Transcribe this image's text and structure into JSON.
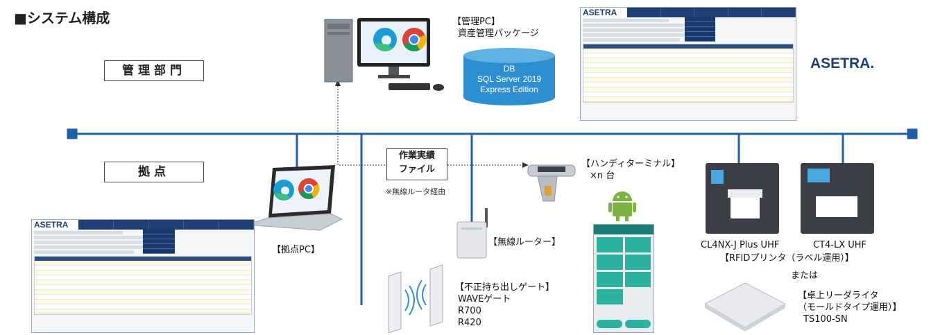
{
  "title": "■システム構成",
  "sections": {
    "management": "管理部門",
    "site": "拠点"
  },
  "management_pc": {
    "label_line1": "【管理PC】",
    "label_line2": "資産管理パッケージ"
  },
  "db": {
    "line1": "DB",
    "line2": "SQL Server 2019",
    "line3": "Express Edition"
  },
  "brand": "ASETRA.",
  "work_file": {
    "line1": "作業実績",
    "line2": "ファイル",
    "note": "※無線ルータ経由"
  },
  "handy": {
    "line1": "【ハンディターミナル】",
    "line2": "×n 台"
  },
  "site_pc": "【拠点PC】",
  "router": "【無線ルーター】",
  "gate": {
    "line1": "【不正持ち出しゲート】",
    "line2": "WAVEゲート",
    "line3": "R700",
    "line4": "R420"
  },
  "printers": {
    "model1": "CL4NX-J Plus UHF",
    "model2": "CT4-LX UHF",
    "caption": "【RFIDプリンタ（ラベル運用）】",
    "or": "または"
  },
  "desktop_rw": {
    "line1": "【卓上リーダライタ",
    "line2": "（モールドタイプ運用）】",
    "line3": "TS100-SN"
  },
  "colors": {
    "network": "#1f5fa8",
    "db": "#2e8fd0",
    "nav": "#1f3f73",
    "android": "#7cb342",
    "app_teal": "#2bb3a0"
  },
  "icons": [
    "desktop-tower-icon",
    "edge-browser-icon",
    "chrome-browser-icon",
    "database-icon",
    "laptop-icon",
    "handheld-terminal-icon",
    "android-icon",
    "router-icon",
    "gate-antenna-icon",
    "rfid-printer-icon",
    "desktop-reader-icon"
  ]
}
